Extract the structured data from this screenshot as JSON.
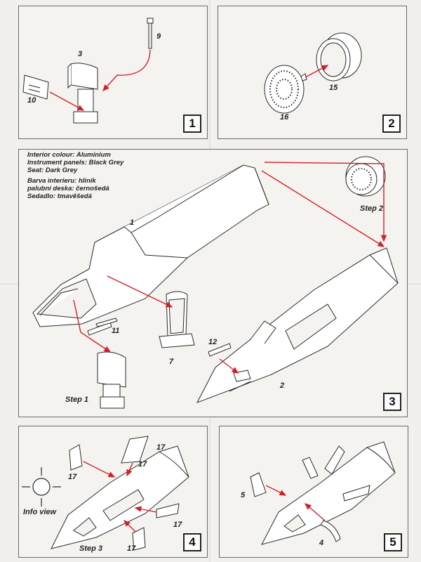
{
  "steps": [
    {
      "number": "1",
      "labels": {
        "part3": "3",
        "part9": "9",
        "part10": "10"
      }
    },
    {
      "number": "2",
      "labels": {
        "part15": "15",
        "part16": "16"
      }
    },
    {
      "number": "3",
      "labels": {
        "part1": "1",
        "part11": "11",
        "part7": "7",
        "part12": "12",
        "part2": "2",
        "step1": "Step 1",
        "step2": "Step 2"
      },
      "notes_en": [
        "Interior colour: Aluminium",
        "Instrument panels: Black Grey",
        "Seat: Dark Grey"
      ],
      "notes_cz": [
        "Barva interieru: hliník",
        "palubní deska: černošedá",
        "Sedadlo: tmavěšedá"
      ]
    },
    {
      "number": "4",
      "labels": {
        "part17a": "17",
        "part17b": "17",
        "part17c": "17",
        "part17d": "17",
        "part17e": "17",
        "info": "Info view",
        "step3": "Step 3"
      }
    },
    {
      "number": "5",
      "labels": {
        "part5": "5",
        "part4": "4"
      }
    }
  ],
  "colors": {
    "arrow": "#d21f2a",
    "line": "#2a2a2a",
    "box_border": "#222222"
  }
}
